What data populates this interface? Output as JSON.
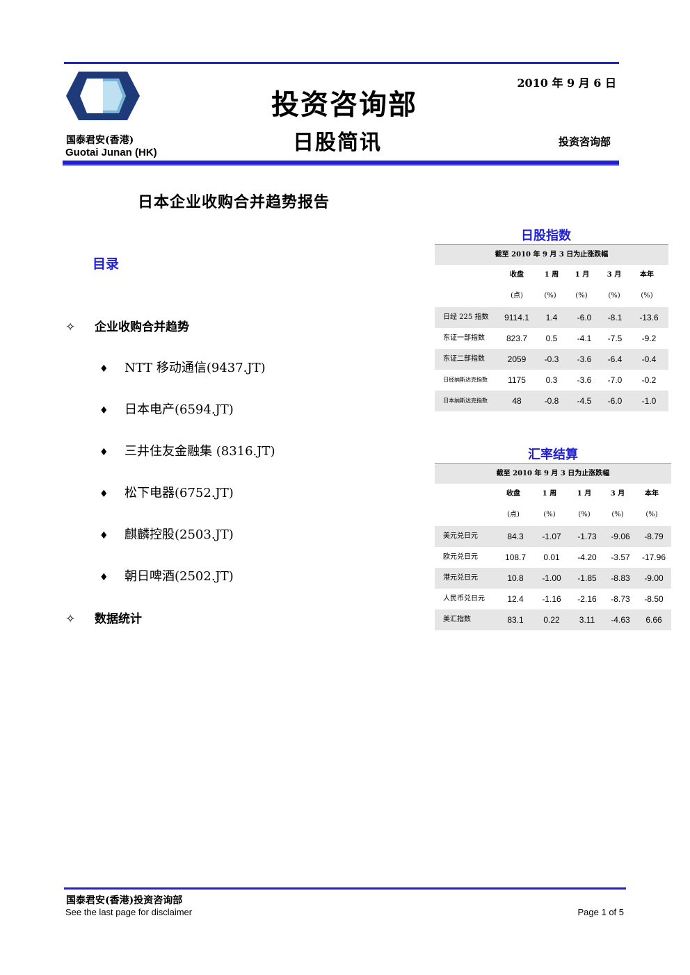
{
  "header": {
    "brand_cn": "国泰君安(香港)",
    "brand_en": "Guotai Junan (HK)",
    "title_main": "投资咨询部",
    "title_sub": "日股简讯",
    "date": "2010 年 9 月 6 日",
    "department": "投资咨询部"
  },
  "report": {
    "title": "日本企业收购合并趋势报告"
  },
  "toc": {
    "heading": "目录",
    "section_mark": "✧",
    "item_mark": "♦",
    "sections": [
      {
        "label": "企业收购合并趋势",
        "items": [
          "NTT 移动通信(9437.JT)",
          "日本电产(6594.JT)",
          "三井住友金融集 (8316.JT)",
          "松下电器(6752.JT)",
          "麒麟控股(2503.JT)",
          "朝日啤酒(2502.JT)"
        ]
      },
      {
        "label": "数据统计",
        "items": []
      }
    ]
  },
  "index_table": {
    "title": "日股指数",
    "caption": "截至 2010 年 9 月 3 日为止涨跌幅",
    "headers": [
      "收盘",
      "1 周",
      "1 月",
      "3 月",
      "本年"
    ],
    "units": [
      "(点)",
      "(%)",
      "(%)",
      "(%)",
      "(%)"
    ],
    "rows": [
      {
        "name": "日经 225 指数",
        "values": [
          "9114.1",
          "1.4",
          "-6.0",
          "-8.1",
          "-13.6"
        ]
      },
      {
        "name": "东证一部指数",
        "values": [
          "823.7",
          "0.5",
          "-4.1",
          "-7.5",
          "-9.2"
        ]
      },
      {
        "name": "东证二部指数",
        "values": [
          "2059",
          "-0.3",
          "-3.6",
          "-6.4",
          "-0.4"
        ]
      },
      {
        "name": "日经纳斯达克指数",
        "values": [
          "1175",
          "0.3",
          "-3.6",
          "-7.0",
          "-0.2"
        ]
      },
      {
        "name": "日本纳斯达克指数",
        "values": [
          "48",
          "-0.8",
          "-4.5",
          "-6.0",
          "-1.0"
        ]
      }
    ]
  },
  "fx_table": {
    "title": "汇率结算",
    "caption": "截至 2010 年 9 月 3 日为止涨跌幅",
    "headers": [
      "收盘",
      "1 周",
      "1 月",
      "3 月",
      "本年"
    ],
    "units": [
      "(点)",
      "(%)",
      "(%)",
      "(%)",
      "(%)"
    ],
    "rows": [
      {
        "name": "美元兑日元",
        "values": [
          "84.3",
          "-1.07",
          "-1.73",
          "-9.06",
          "-8.79"
        ]
      },
      {
        "name": "欧元兑日元",
        "values": [
          "108.7",
          "0.01",
          "-4.20",
          "-3.57",
          "-17.96"
        ]
      },
      {
        "name": "港元兑日元",
        "values": [
          "10.8",
          "-1.00",
          "-1.85",
          "-8.83",
          "-9.00"
        ]
      },
      {
        "name": "人民币兑日元",
        "values": [
          "12.4",
          "-1.16",
          "-2.16",
          "-8.73",
          "-8.50"
        ]
      },
      {
        "name": "美汇指数",
        "values": [
          "83.1",
          "0.22",
          "3.11",
          "-4.63",
          "6.66"
        ]
      }
    ]
  },
  "footer": {
    "name": "国泰君安(香港)投资咨询部",
    "disclaimer": "See the last page for disclaimer",
    "page": "Page 1 of 5"
  },
  "colors": {
    "accent_blue": "#1f1fd6",
    "logo_navy": "#1e3a78",
    "logo_teal": "#2e86c1",
    "shade_gray": "#e6e6e6"
  }
}
